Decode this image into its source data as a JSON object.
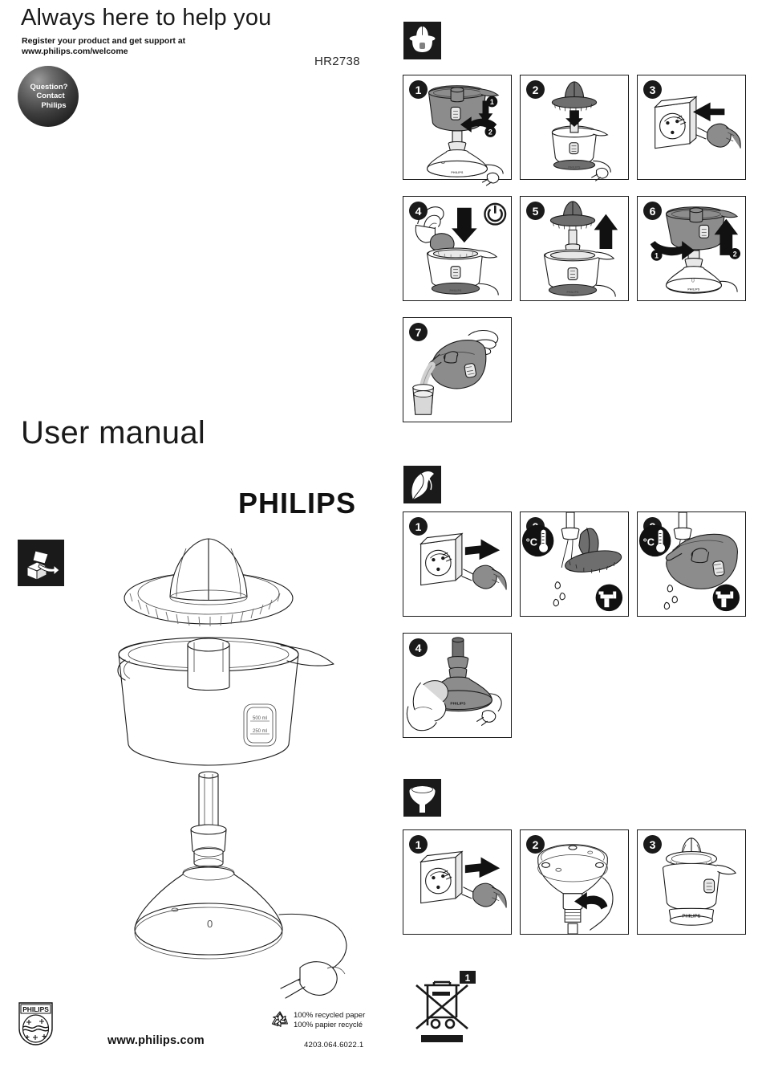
{
  "document": {
    "headline": "Always here to help you",
    "register_text": "Register your product and get support at\nwww.philips.com/welcome",
    "register_line1": "Register your product and get support at",
    "register_line2": "www.philips.com/welcome",
    "model_number": "HR2738",
    "manual_title": "User manual",
    "brand": "PHILIPS"
  },
  "question_bubble": {
    "line1": "Question?",
    "line2": "Contact",
    "line3": "Philips"
  },
  "product": {
    "name": "Citrus press",
    "jug_markings": [
      "500 ml",
      "250 ml"
    ],
    "brand_mark": "PHILIPS"
  },
  "unpack_section": {
    "icon": "unpack-box-icon"
  },
  "sections": [
    {
      "id": "usage",
      "icon": "citrus-press-icon",
      "steps": [
        {
          "number": "1",
          "icon": "jug-onto-base-icon",
          "sub_badges": [
            "1",
            "2"
          ]
        },
        {
          "number": "2",
          "icon": "cone-onto-jug-icon",
          "sub_badges": []
        },
        {
          "number": "3",
          "icon": "plug-into-socket-icon",
          "sub_badges": []
        },
        {
          "number": "4",
          "icon": "press-orange-icon",
          "sub_badges": [],
          "extra_icon": "power-icon"
        },
        {
          "number": "5",
          "icon": "lift-cone-icon",
          "sub_badges": []
        },
        {
          "number": "6",
          "icon": "twist-lift-jug-icon",
          "sub_badges": [
            "1",
            "2"
          ]
        },
        {
          "number": "7",
          "icon": "pour-juice-icon",
          "sub_badges": []
        }
      ]
    },
    {
      "id": "cleaning",
      "icon": "wipe-cloth-icon",
      "steps": [
        {
          "number": "1",
          "icon": "unplug-socket-icon",
          "sub_badges": []
        },
        {
          "number": "2",
          "icon": "rinse-cone-icon",
          "sub_badges": [],
          "warn_icon": "temperature-icon",
          "warn_label": "°C",
          "aux_icon": "tap-water-icon"
        },
        {
          "number": "3",
          "icon": "rinse-jug-icon",
          "sub_badges": [],
          "warn_icon": "temperature-icon",
          "warn_label": "°C",
          "aux_icon": "tap-water-icon"
        },
        {
          "number": "4",
          "icon": "wipe-base-icon",
          "sub_badges": []
        }
      ]
    },
    {
      "id": "storage",
      "icon": "base-storage-icon",
      "steps": [
        {
          "number": "1",
          "icon": "unplug-socket-icon",
          "sub_badges": []
        },
        {
          "number": "2",
          "icon": "wind-cord-icon",
          "sub_badges": []
        },
        {
          "number": "3",
          "icon": "assembled-unit-icon",
          "sub_badges": []
        }
      ]
    }
  ],
  "disposal": {
    "icon": "crossed-out-wheelie-bin-icon",
    "badge": "1"
  },
  "footer": {
    "url": "www.philips.com",
    "recycle_line1": "100% recycled paper",
    "recycle_line2": "100% papier recyclé",
    "doc_number": "4203.064.6022.1",
    "shield_text": "PHILIPS"
  },
  "colors": {
    "ink": "#1a1a1a",
    "mid_gray": "#8c8c8c",
    "dark_gray": "#6e6e6e",
    "light_gray": "#e8e8e8",
    "paper": "#ffffff"
  }
}
